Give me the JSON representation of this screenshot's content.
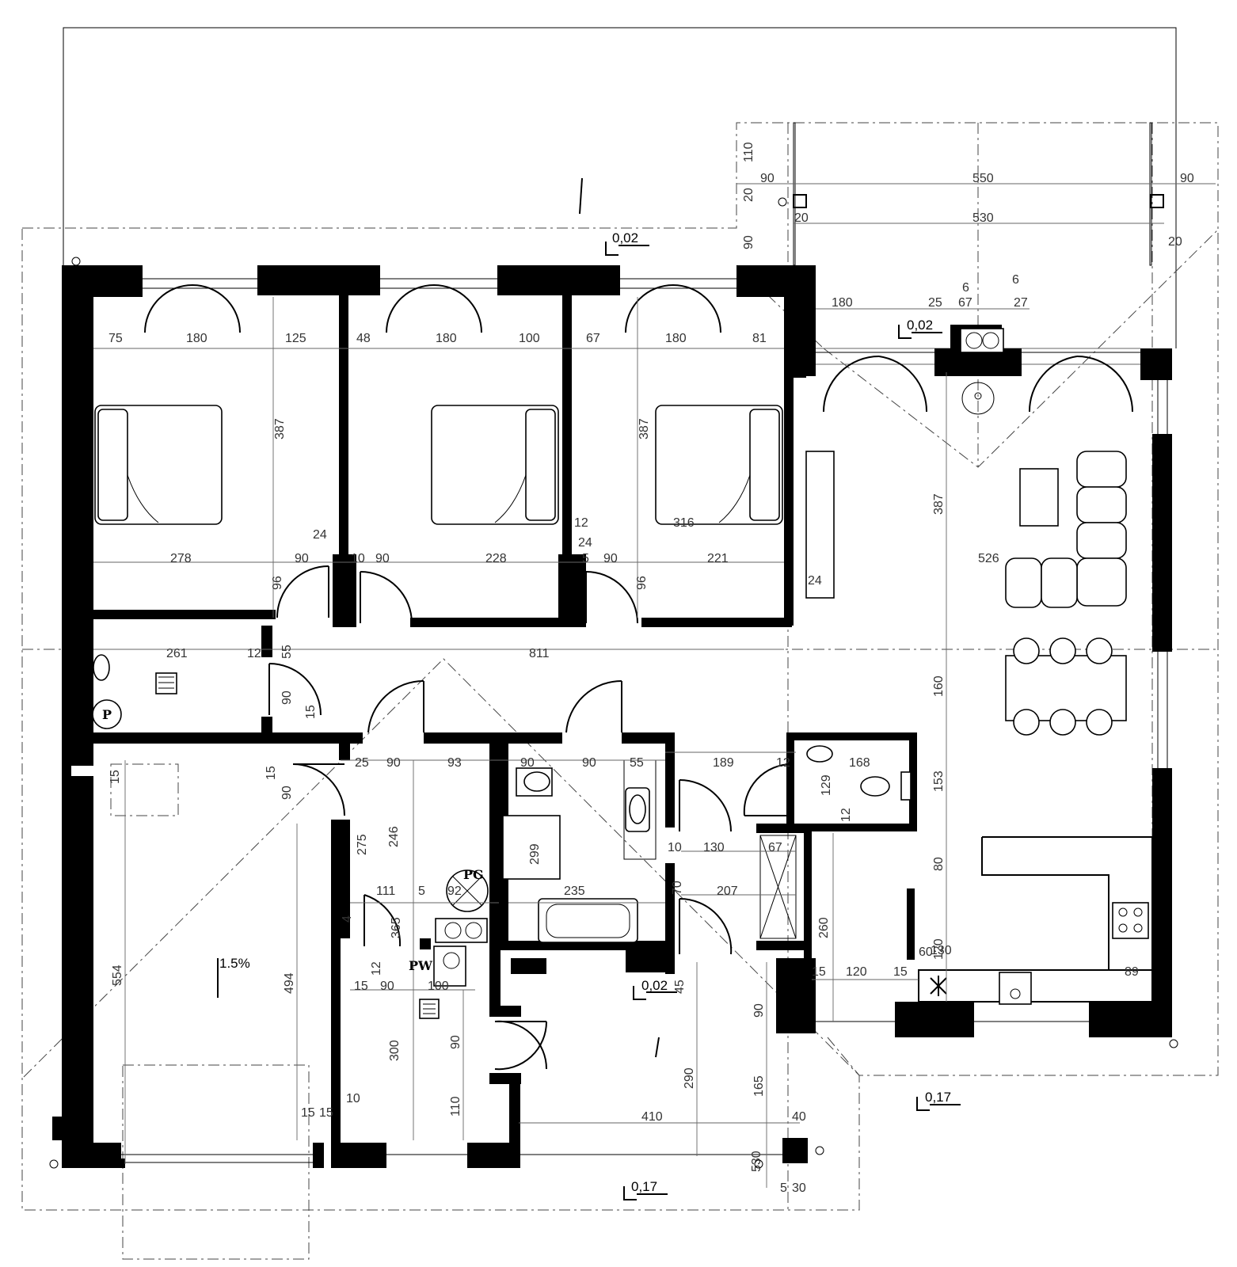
{
  "levels": {
    "terrace_top": "0,02",
    "terrace_right": "0,02",
    "entrance": "0,02",
    "outside_right": "0,17",
    "outside_bottom": "0,17"
  },
  "slope": "1.5%",
  "symbols": {
    "gas_boiler": "PG",
    "water_heater": "PW",
    "pump": "P"
  },
  "dimensions": {
    "terrace": [
      "90",
      "550",
      "90",
      "530",
      "110",
      "20",
      "20",
      "90",
      "20",
      "180",
      "25",
      "6",
      "67",
      "6",
      "27"
    ],
    "bedroom_top": [
      "75",
      "180",
      "125",
      "48",
      "180",
      "100",
      "67",
      "180",
      "81"
    ],
    "bedroom_height": [
      "387",
      "387",
      "387"
    ],
    "bedroom_width": [
      "278",
      "90",
      "10",
      "90",
      "228",
      "5",
      "90",
      "221"
    ],
    "bedroom_misc": [
      "24",
      "12",
      "24",
      "96",
      "96",
      "316",
      "24",
      "526"
    ],
    "hall": [
      "261",
      "12",
      "55",
      "811",
      "90",
      "15",
      "15",
      "90",
      "15"
    ],
    "rooms_mid": [
      "25",
      "90",
      "93",
      "90",
      "90",
      "55",
      "189",
      "12",
      "168",
      "129",
      "12",
      "246",
      "275",
      "299",
      "10",
      "130",
      "67",
      "111",
      "5",
      "92",
      "235",
      "70",
      "207",
      "365",
      "12",
      "4",
      "15",
      "90",
      "100",
      "45",
      "15",
      "120",
      "15",
      "89",
      "120",
      "60"
    ],
    "right_vertical": [
      "160",
      "153",
      "80",
      "260"
    ],
    "lower": [
      "554",
      "494",
      "300",
      "90",
      "110",
      "290",
      "165",
      "90",
      "410",
      "40",
      "15",
      "15",
      "10",
      "530",
      "5",
      "30",
      "130"
    ]
  }
}
